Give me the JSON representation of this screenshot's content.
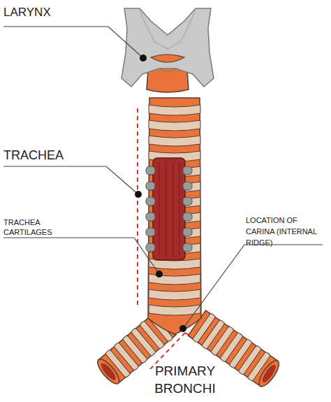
{
  "diagram": {
    "labels": [
      "LARYNX",
      "TRACHEA",
      "TRACHEA CARTILAGES",
      "LOCATION OF CARINA (INTERNAL RIDGE)",
      "PRIMARY BRONCHI"
    ]
  }
}
